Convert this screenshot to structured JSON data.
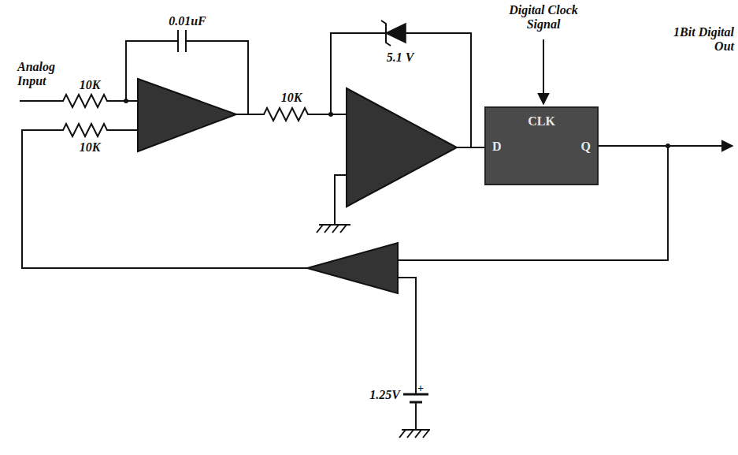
{
  "diagram": {
    "nodes": [
      {
        "text": [
          "CLK",
          "D",
          "Q"
        ]
      }
    ],
    "labels": [
      "0.01uF",
      "Digital Clock Signal",
      "Analog Input",
      "10K",
      "10K",
      "5.1 V",
      "1Bit Digital Out",
      "10K",
      "1.25V"
    ]
  }
}
